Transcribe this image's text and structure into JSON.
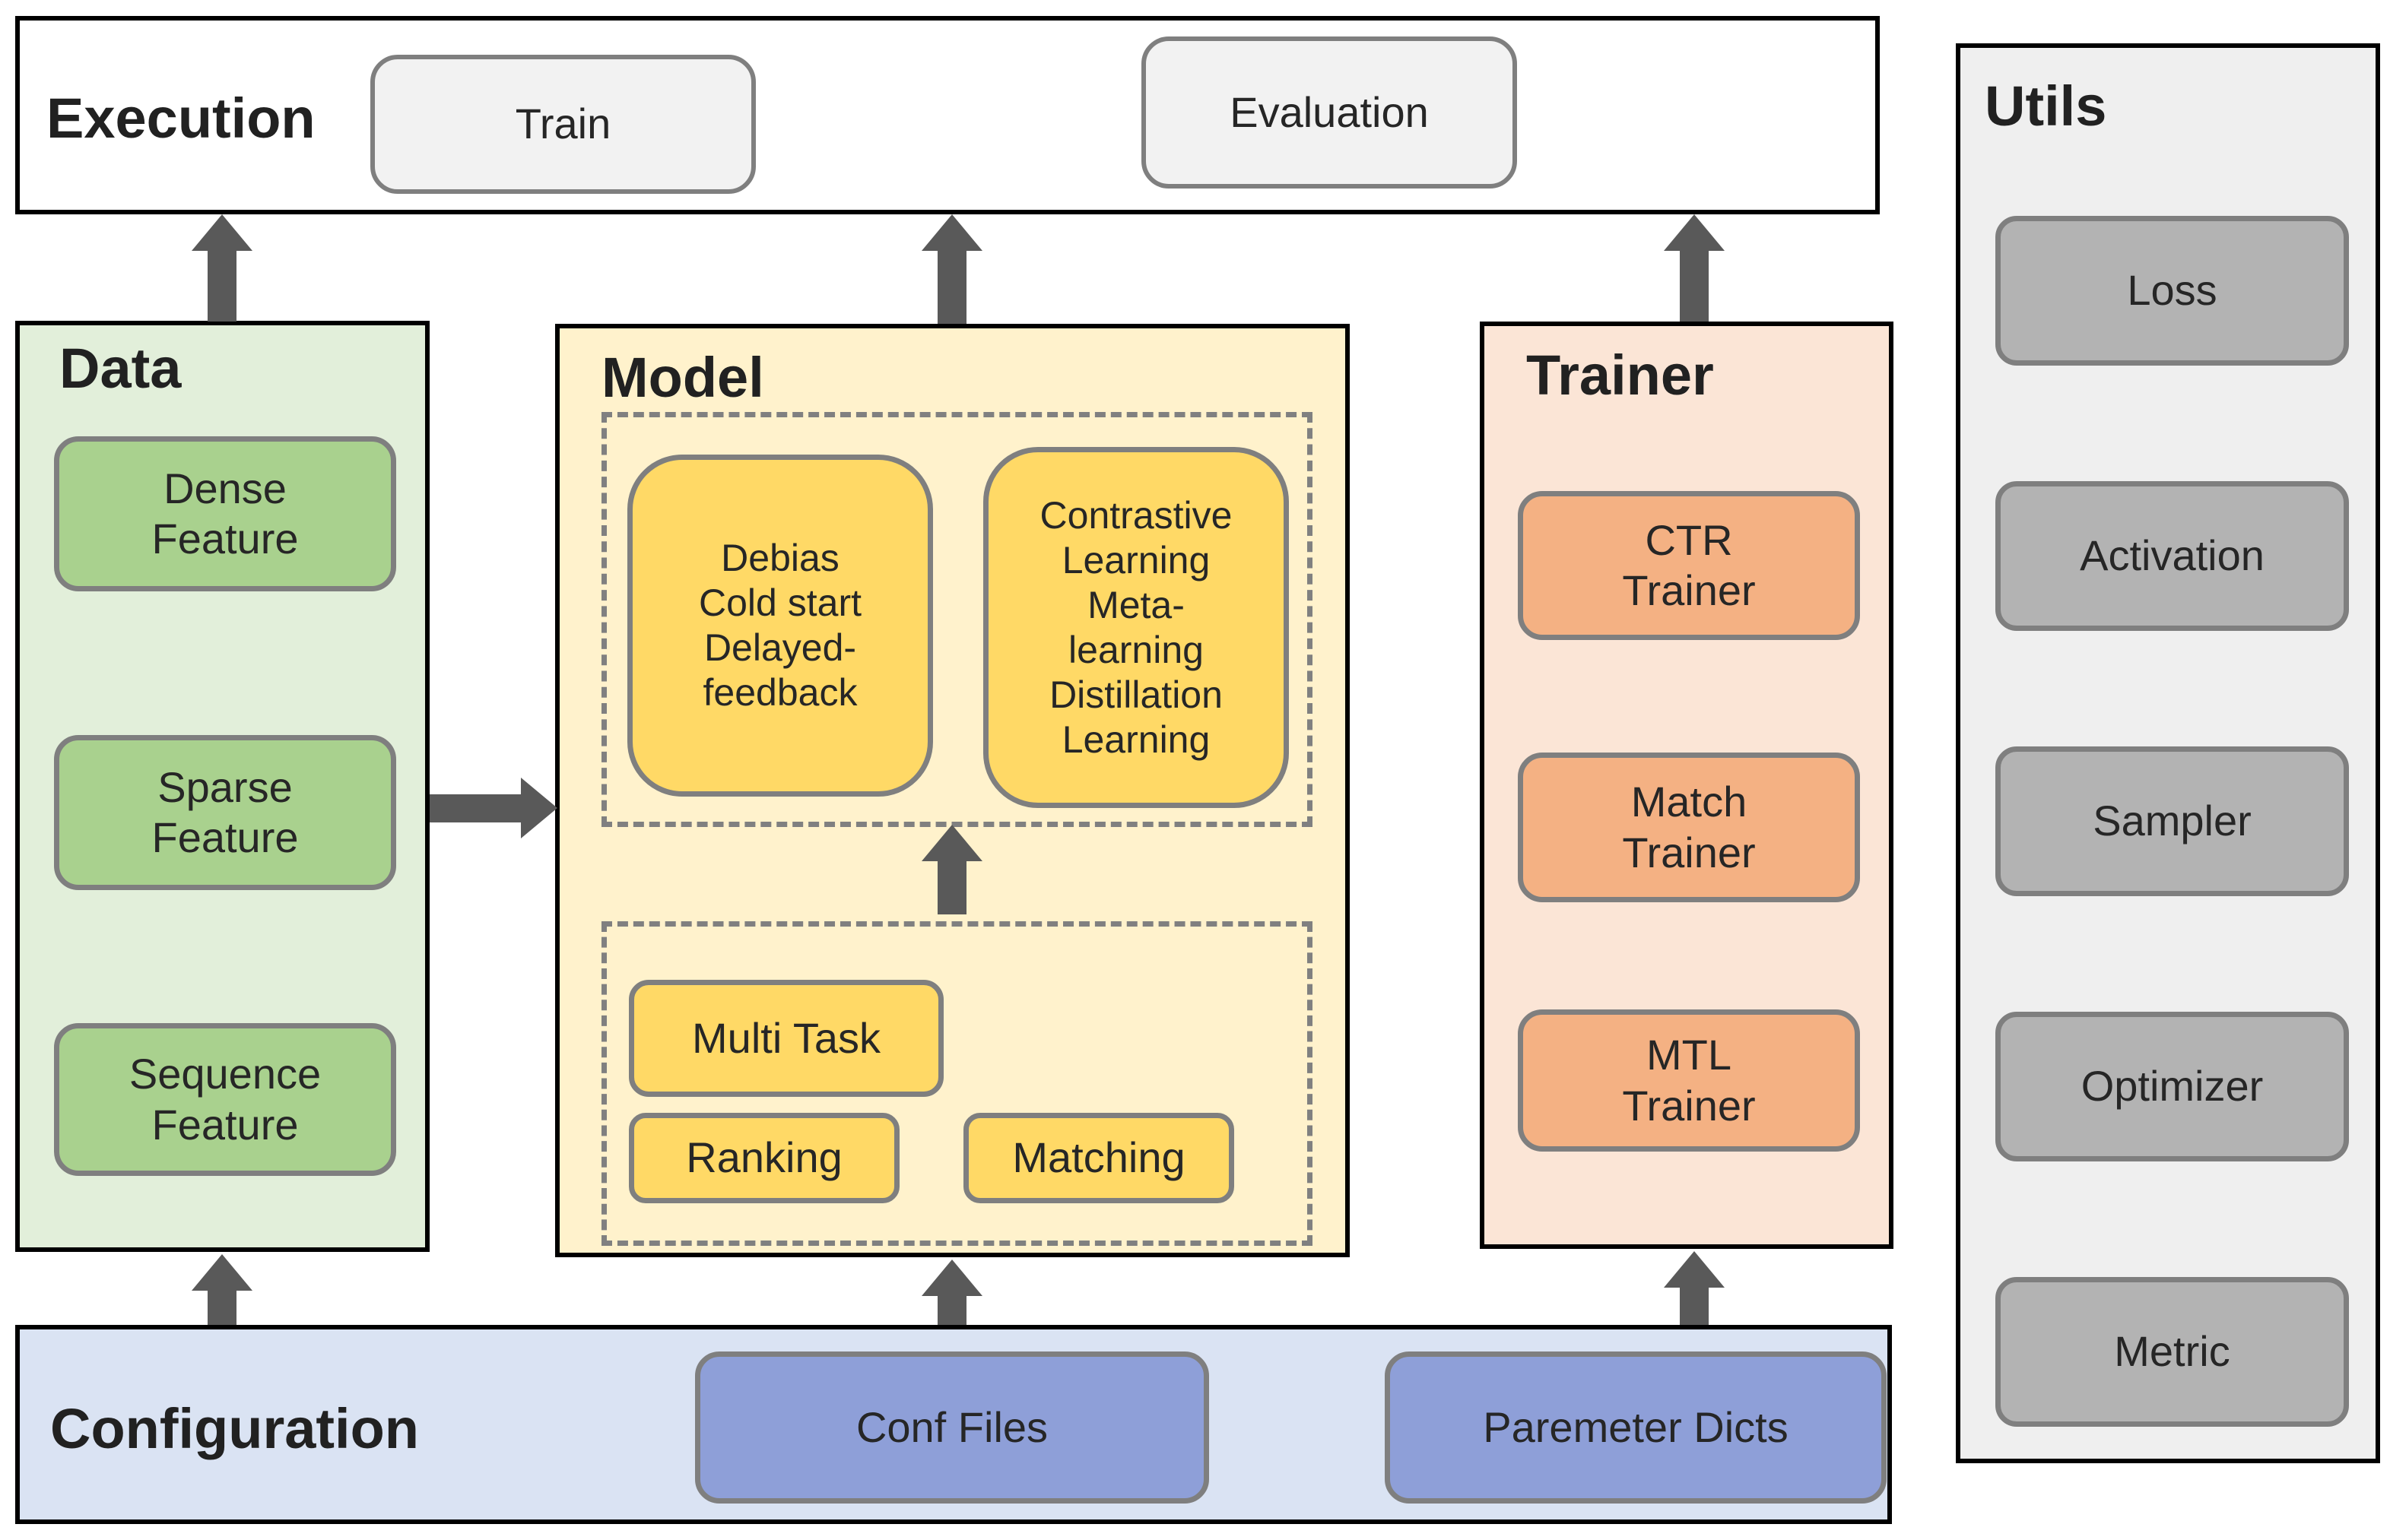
{
  "execution": {
    "title": "Execution",
    "train": "Train",
    "evaluation": "Evaluation"
  },
  "data_section": {
    "title": "Data",
    "items": [
      "Dense\nFeature",
      "Sparse\nFeature",
      "Sequence\nFeature"
    ]
  },
  "model": {
    "title": "Model",
    "advanced_items": [
      "Debias\nCold start\nDelayed-\nfeedback",
      "Contrastive\nLearning\nMeta-\nlearning\nDistillation\nLearning"
    ],
    "task_items": [
      "Multi Task",
      "Ranking",
      "Matching"
    ]
  },
  "trainer": {
    "title": "Trainer",
    "items": [
      "CTR\nTrainer",
      "Match\nTrainer",
      "MTL\nTrainer"
    ]
  },
  "utils": {
    "title": "Utils",
    "items": [
      "Loss",
      "Activation",
      "Sampler",
      "Optimizer",
      "Metric"
    ]
  },
  "configuration": {
    "title": "Configuration",
    "items": [
      "Conf Files",
      "Paremeter Dicts"
    ]
  },
  "colors": {
    "execution_bg": "#ffffff",
    "execution_button": "#f2f2f2",
    "data_bg": "#e2efda",
    "data_button": "#a9d18e",
    "model_bg": "#fff2cc",
    "model_button": "#ffd966",
    "trainer_bg": "#fbe5d6",
    "trainer_button": "#f4b183",
    "utils_bg": "#efefef",
    "utils_button": "#b3b3b3",
    "config_bg": "#dae3f3",
    "config_button": "#8e9fd8",
    "arrow": "#595959",
    "section_border": "#000000",
    "button_border": "#7f7f7f"
  }
}
